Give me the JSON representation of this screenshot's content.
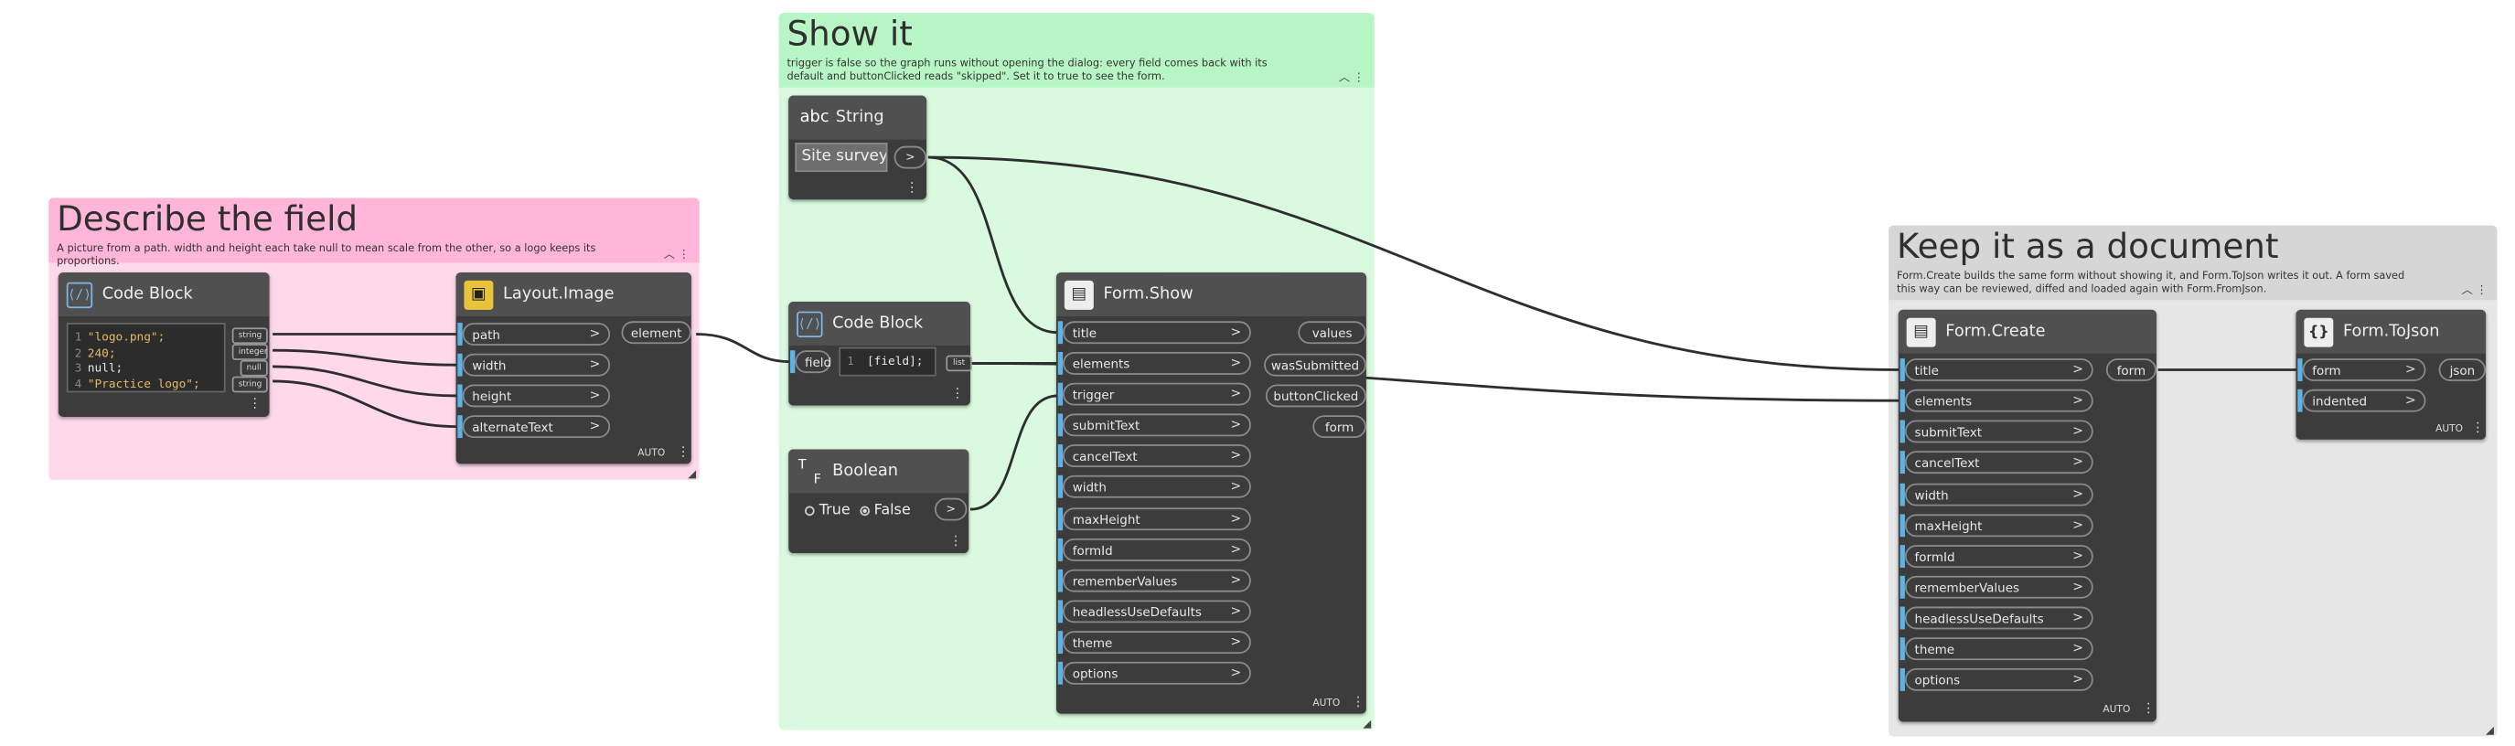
{
  "colors": {
    "group_describe": "#ffd9ea",
    "group_describe_header": "#ffb6d8",
    "group_show": "#dafadf",
    "group_show_header": "#b8f5c5",
    "group_keep": "#e6e6e6",
    "group_keep_header": "#d6d6d6",
    "node_body": "#3c3c3c",
    "node_header": "#505050",
    "input_marker": "#5fb3e4",
    "wire": "#2e2e2e"
  },
  "groups": {
    "describe": {
      "title": "Describe the field",
      "description": "A picture from a path. width and height each take null to mean scale from the other, so a logo keeps its proportions."
    },
    "show": {
      "title": "Show it",
      "description": "trigger is false so the graph runs without opening the dialog: every field comes back with its default and buttonClicked reads \"skipped\". Set it to true to see the form."
    },
    "keep": {
      "title": "Keep it as a document",
      "description": "Form.Create builds the same form without showing it, and Form.ToJson writes it out. A form saved this way can be reviewed, diffed and loaded again with Form.FromJson."
    }
  },
  "nodes": {
    "code_block_1": {
      "title": "Code Block",
      "icon": "code-block-icon",
      "lines": [
        {
          "n": "1",
          "code": "\"logo.png\";"
        },
        {
          "n": "2",
          "code": "240;"
        },
        {
          "n": "3",
          "code": "null;"
        },
        {
          "n": "4",
          "code": "\"Practice logo\";"
        }
      ],
      "output_types": [
        "string",
        "integer",
        "null",
        "string"
      ]
    },
    "layout_image": {
      "title": "Layout.Image",
      "icon": "image-icon",
      "inputs": [
        "path",
        "width",
        "height",
        "alternateText"
      ],
      "outputs": [
        "element"
      ],
      "lacing": "AUTO"
    },
    "string": {
      "title": "String",
      "icon": "abc-icon",
      "value": "Site survey",
      "output_arrow": ">"
    },
    "code_block_2": {
      "title": "Code Block",
      "icon": "code-block-icon",
      "input": "field",
      "line_n": "1",
      "code": "[field];",
      "output_type": "list"
    },
    "boolean": {
      "title": "Boolean",
      "icon": "boolean-icon",
      "option_true": "True",
      "option_false": "False",
      "selected": "False",
      "output_arrow": ">"
    },
    "form_show": {
      "title": "Form.Show",
      "icon": "form-icon",
      "inputs": [
        "title",
        "elements",
        "trigger",
        "submitText",
        "cancelText",
        "width",
        "maxHeight",
        "formId",
        "rememberValues",
        "headlessUseDefaults",
        "theme",
        "options"
      ],
      "outputs": [
        "values",
        "wasSubmitted",
        "buttonClicked",
        "form"
      ],
      "lacing": "AUTO"
    },
    "form_create": {
      "title": "Form.Create",
      "icon": "form-icon",
      "inputs": [
        "title",
        "elements",
        "submitText",
        "cancelText",
        "width",
        "maxHeight",
        "formId",
        "rememberValues",
        "headlessUseDefaults",
        "theme",
        "options"
      ],
      "outputs": [
        "form"
      ],
      "lacing": "AUTO"
    },
    "form_tojson": {
      "title": "Form.ToJson",
      "icon": "json-icon",
      "inputs": [
        "form",
        "indented"
      ],
      "outputs": [
        "json"
      ],
      "lacing": "AUTO"
    }
  },
  "ui": {
    "arrow": ">",
    "collapse": "^",
    "more": "⋮"
  }
}
